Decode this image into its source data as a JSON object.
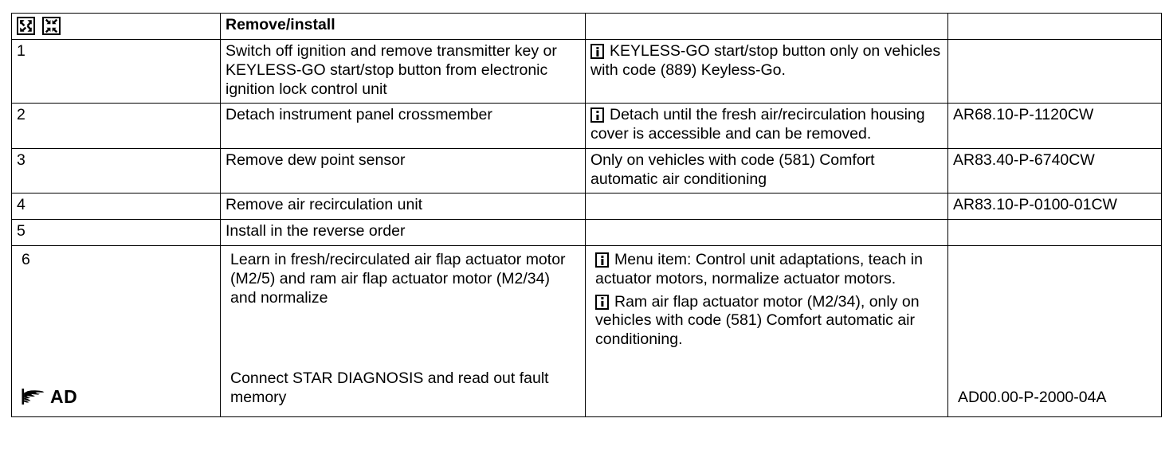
{
  "document": {
    "type": "workshop-procedure-table",
    "columns": [
      "step",
      "task",
      "note",
      "reference"
    ]
  },
  "header": {
    "icons": [
      {
        "name": "remove-icon",
        "label": "Remove"
      },
      {
        "name": "install-icon",
        "label": "Install"
      }
    ],
    "title": "Remove/install",
    "note_header": "",
    "ref_header": ""
  },
  "rows": [
    {
      "step": "1",
      "task": "Switch off ignition and remove transmitter key or KEYLESS-GO start/stop button from electronic ignition lock control unit",
      "notes": [
        {
          "icon": "info-icon",
          "text": "KEYLESS-GO start/stop button only on vehicles with code (889) Keyless-Go."
        }
      ],
      "reference": ""
    },
    {
      "step": "2",
      "task": "Detach instrument panel crossmember",
      "notes": [
        {
          "icon": "info-icon",
          "text": "Detach until the fresh air/recirculation housing cover is accessible and can be removed."
        }
      ],
      "reference": "AR68.10-P-1120CW"
    },
    {
      "step": "3",
      "task": "Remove dew point sensor",
      "notes": [
        {
          "icon": "none",
          "text": "Only on vehicles with code (581) Comfort automatic air conditioning"
        }
      ],
      "reference": "AR83.40-P-6740CW"
    },
    {
      "step": "4",
      "task": "Remove air recirculation unit",
      "notes": [],
      "reference": "AR83.10-P-0100-01CW"
    },
    {
      "step": "5",
      "task": "Install in the reverse order",
      "notes": [],
      "reference": ""
    },
    {
      "step": "6",
      "task": "Learn in fresh/recirculated air flap actuator motor (M2/5) and ram air flap actuator motor (M2/34) and normalize",
      "notes": [
        {
          "icon": "info-icon",
          "text": "Menu item: Control unit adaptations, teach in actuator motors, normalize actuator motors."
        },
        {
          "icon": "info-icon",
          "text": "Ram air flap actuator motor (M2/34), only on vehicles with code (581) Comfort automatic air conditioning."
        }
      ],
      "reference": "",
      "sub": {
        "step_icon": "pointing-hand-icon",
        "step_label": "AD",
        "task": "Connect STAR DIAGNOSIS and read out fault memory",
        "reference": "AD00.00-P-2000-04A"
      }
    }
  ]
}
